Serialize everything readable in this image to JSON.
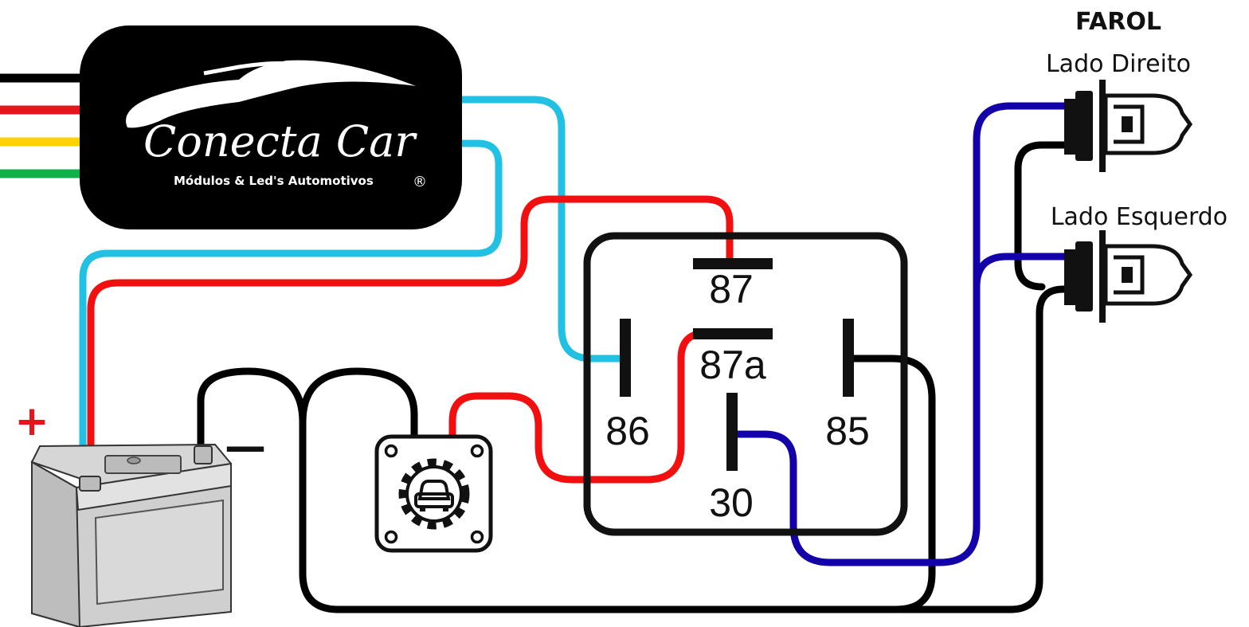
{
  "module": {
    "brand": "Conecta Car",
    "subtitle": "Módulos & Led's Automotivos",
    "registered": "®",
    "input_wire_colors": [
      "#000000",
      "#e8141d",
      "#ffd200",
      "#12b04a"
    ]
  },
  "relay": {
    "pins": {
      "p87": "87",
      "p87a": "87a",
      "p86": "86",
      "p85": "85",
      "p30": "30"
    }
  },
  "headlights": {
    "title": "FAROL",
    "right": "Lado Direito",
    "left": "Lado Esquerdo"
  },
  "battery": {
    "positive": "+",
    "negative": "—"
  },
  "colors": {
    "black": "#000000",
    "red": "#f20f0f",
    "cyan": "#22c0e3",
    "blue": "#1400a8",
    "body": "#111111"
  },
  "icons": {
    "switch": "car-gear-icon",
    "bulb": "headlight-bulb-icon"
  }
}
